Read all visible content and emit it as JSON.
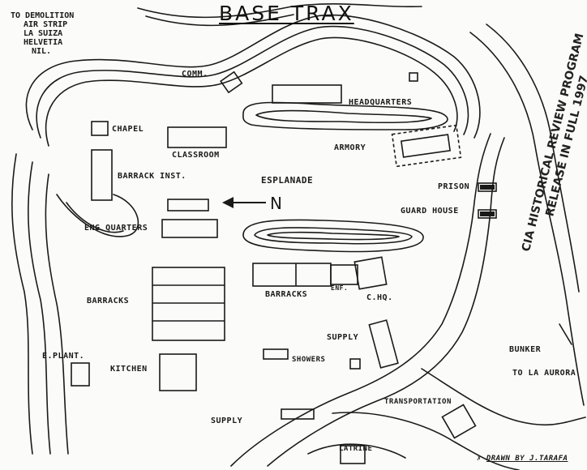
{
  "map": {
    "title": "BASE TRAX",
    "north_label": "N",
    "destination_note": [
      "TO DEMOLITION",
      "AIR STRIP",
      "LA SUIZA",
      "HELVETIA",
      "NIL."
    ],
    "labels": {
      "comm": "COMM.",
      "headquarters": "HEADQUARTERS",
      "chapel": "CHAPEL",
      "classroom": "CLASSROOM",
      "armory": "ARMORY",
      "barrack_inst": "BARRACK INST.",
      "esplanade": "ESPLANADE",
      "prison": "PRISON",
      "guard_house": "GUARD HOUSE",
      "eng_quarters": "ENG QUARTERS",
      "barracks_west": "BARRACKS",
      "barracks_east": "BARRACKS",
      "enf": "ENF.",
      "chq": "C.HQ.",
      "supply_east": "SUPPLY",
      "showers": "SHOWERS",
      "e_plant": "E.PLANT.",
      "kitchen": "KITCHEN",
      "bunker": "BUNKER",
      "to_la_aurora": "TO LA AURORA",
      "transportation": "TRANSPORTATION",
      "supply_south": "SUPPLY",
      "latrine": "LATRINE"
    },
    "stamp": [
      "CIA HISTORICAL REVIEW PROGRAM",
      "RELEASE IN FULL 1997"
    ],
    "credit": "DRAWN BY J.TARAFA"
  }
}
